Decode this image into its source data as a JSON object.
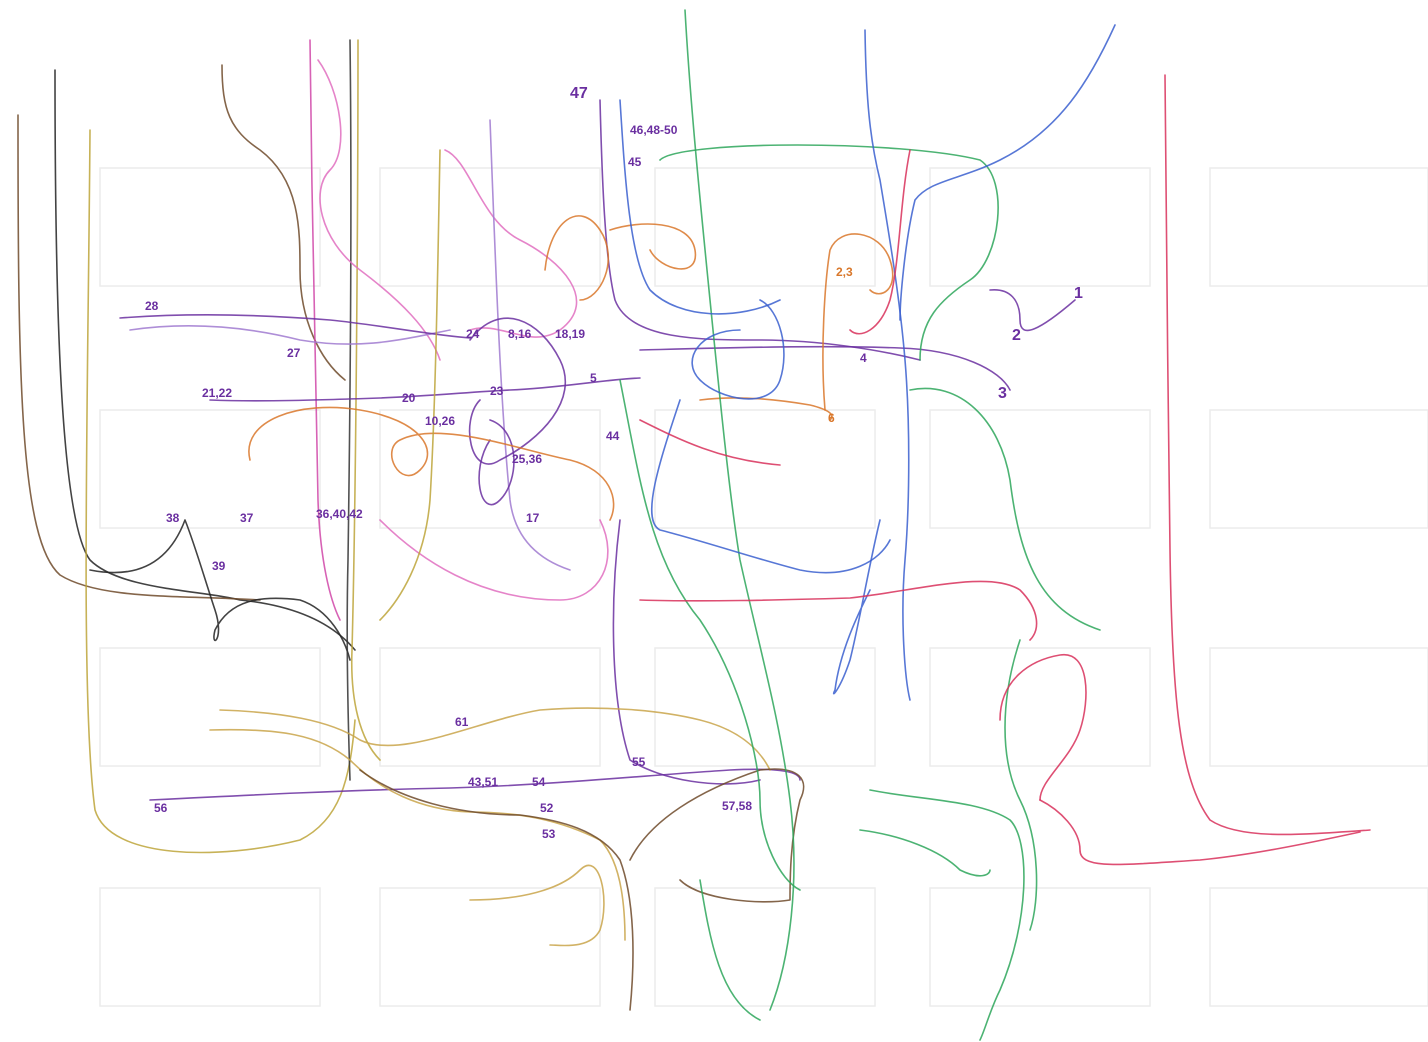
{
  "colors": {
    "purple": "#6a2fa0",
    "violet": "#a07ad0",
    "magenta": "#d046a8",
    "pink": "#e06fc0",
    "green": "#2da65a",
    "blue": "#3a5fcf",
    "red": "#d8305a",
    "orange": "#d9772a",
    "olive": "#bda53a",
    "tan": "#c9a54a",
    "brown": "#6e4a2a",
    "black": "#222222",
    "grid": "#ececec"
  },
  "labels": [
    {
      "id": "l47",
      "text": "47",
      "color": "purple",
      "size": "big"
    },
    {
      "id": "l46",
      "text": "46,48-50",
      "color": "purple",
      "size": "normal"
    },
    {
      "id": "l45",
      "text": "45",
      "color": "purple",
      "size": "normal"
    },
    {
      "id": "l28",
      "text": "28",
      "color": "purple",
      "size": "normal"
    },
    {
      "id": "l27",
      "text": "27",
      "color": "purple",
      "size": "normal"
    },
    {
      "id": "l21",
      "text": "21,22",
      "color": "purple",
      "size": "normal"
    },
    {
      "id": "l20",
      "text": "20",
      "color": "purple",
      "size": "normal"
    },
    {
      "id": "l24",
      "text": "24",
      "color": "purple",
      "size": "normal"
    },
    {
      "id": "l8",
      "text": "8,16",
      "color": "purple",
      "size": "normal"
    },
    {
      "id": "l18",
      "text": "18,19",
      "color": "purple",
      "size": "normal"
    },
    {
      "id": "l10",
      "text": "10,26",
      "color": "purple",
      "size": "normal"
    },
    {
      "id": "l23",
      "text": "23",
      "color": "purple",
      "size": "normal"
    },
    {
      "id": "l25",
      "text": "25,36",
      "color": "purple",
      "size": "normal"
    },
    {
      "id": "l17",
      "text": "17",
      "color": "purple",
      "size": "normal"
    },
    {
      "id": "l2",
      "text": "2",
      "color": "purple",
      "size": "big"
    },
    {
      "id": "l1",
      "text": "1",
      "color": "purple",
      "size": "big"
    },
    {
      "id": "l3",
      "text": "3",
      "color": "purple",
      "size": "big"
    },
    {
      "id": "l4",
      "text": "4",
      "color": "purple",
      "size": "normal"
    },
    {
      "id": "l23b",
      "text": "2,3",
      "color": "orange",
      "size": "normal"
    },
    {
      "id": "l38",
      "text": "38",
      "color": "purple",
      "size": "normal"
    },
    {
      "id": "l37",
      "text": "37",
      "color": "purple",
      "size": "normal"
    },
    {
      "id": "l39",
      "text": "39",
      "color": "purple",
      "size": "normal"
    },
    {
      "id": "l36",
      "text": "36,40,42",
      "color": "purple",
      "size": "normal"
    },
    {
      "id": "l61",
      "text": "61",
      "color": "purple",
      "size": "normal"
    },
    {
      "id": "l43",
      "text": "43,51",
      "color": "purple",
      "size": "normal"
    },
    {
      "id": "l54",
      "text": "54",
      "color": "purple",
      "size": "normal"
    },
    {
      "id": "l55",
      "text": "55",
      "color": "purple",
      "size": "normal"
    },
    {
      "id": "l56",
      "text": "56",
      "color": "purple",
      "size": "normal"
    },
    {
      "id": "l57",
      "text": "57,58",
      "color": "purple",
      "size": "normal"
    },
    {
      "id": "l52",
      "text": "52",
      "color": "purple",
      "size": "normal"
    },
    {
      "id": "l53",
      "text": "53",
      "color": "purple",
      "size": "normal"
    },
    {
      "id": "l44",
      "text": "44",
      "color": "purple",
      "size": "normal"
    },
    {
      "id": "l6",
      "text": "6",
      "color": "orange",
      "size": "normal"
    },
    {
      "id": "l5",
      "text": "5",
      "color": "purple",
      "size": "normal"
    }
  ]
}
